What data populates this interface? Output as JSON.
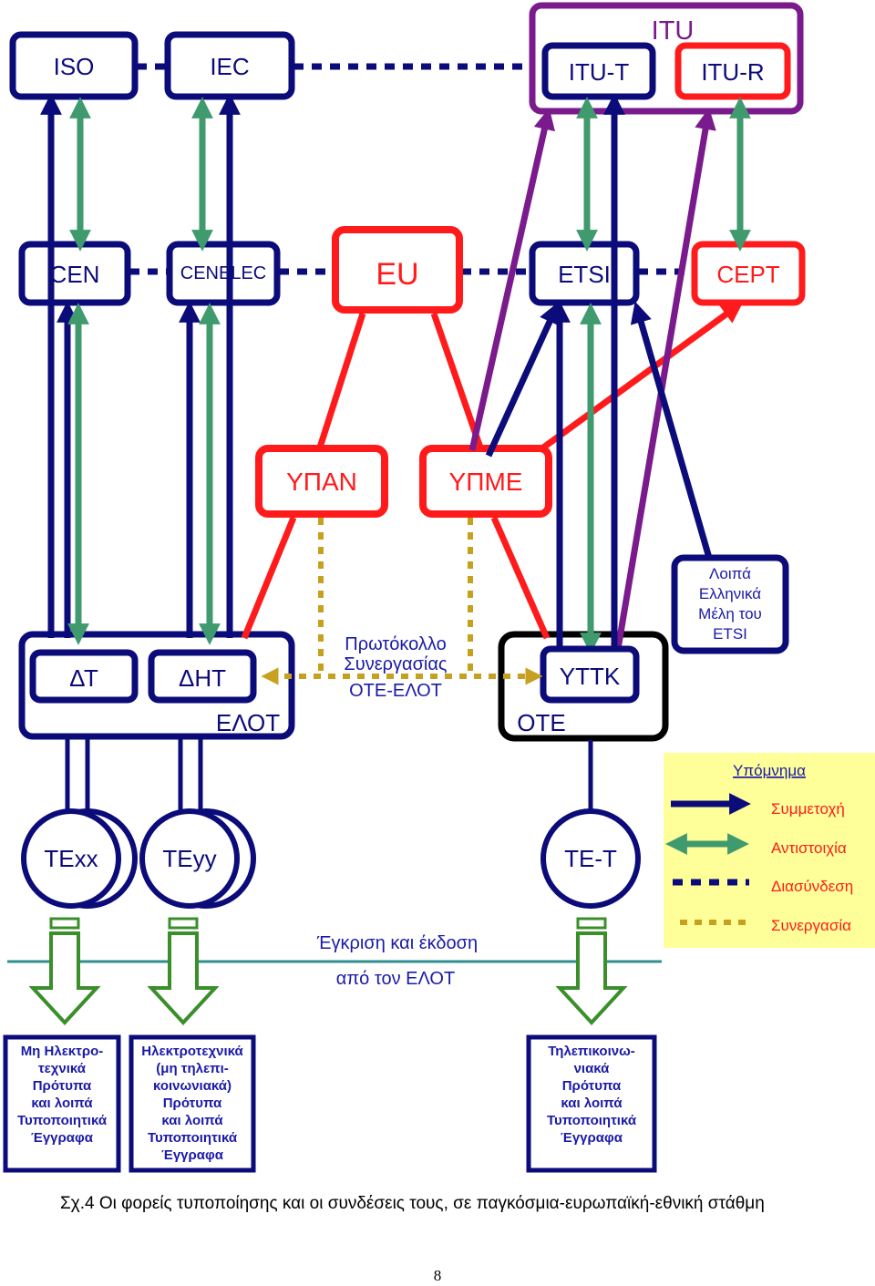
{
  "colors": {
    "navy": "#0b0b7a",
    "green": "#3f9a6e",
    "red": "#ff1b1b",
    "purple": "#7a1a8c",
    "gold": "#c8a020",
    "black": "#000000",
    "legend_bg": "#ffff99",
    "doc_green": "#3a8f2a",
    "teal_line": "#2f8f8f",
    "text_blue": "#1a1aa8"
  },
  "international": {
    "iso": "ISO",
    "iec": "IEC",
    "itu": "ITU",
    "itu_t": "ITU-T",
    "itu_r": "ITU-R"
  },
  "european": {
    "cen": "CEN",
    "cenelec": "CENELEC",
    "eu": "EU",
    "etsi": "ETSI",
    "cept": "CEPT"
  },
  "ministries": {
    "ypan": "ΥΠΑΝ",
    "ypme": "ΥΠΜΕ"
  },
  "national": {
    "dt": "ΔΤ",
    "dht": "ΔΗΤ",
    "elot": "ΕΛΟΤ",
    "yttk": "ΥΤΤΚ",
    "ote": "ΟΤΕ",
    "protocol": [
      "Πρωτόκολλο",
      "Συνεργασίας",
      "ΟΤΕ-ΕΛΟΤ"
    ],
    "other_members": [
      "Λοιπά",
      "Ελληνικά",
      "Μέλη του",
      "ETSI"
    ]
  },
  "committees": {
    "texx": "ΤΕxx",
    "teyy": "ΤΕyy",
    "te_t": "ΤΕ-Τ"
  },
  "approval": {
    "line1": "Έγκριση και έκδοση",
    "line2": "από τον ΕΛΟΤ"
  },
  "legend": {
    "title": "Υπόμνημα",
    "items": [
      {
        "label": "Συμμετοχή",
        "style": "participation"
      },
      {
        "label": "Αντιστοιχία",
        "style": "correspondence"
      },
      {
        "label": "Διασύνδεση",
        "style": "interconnection"
      },
      {
        "label": "Συνεργασία",
        "style": "cooperation"
      }
    ]
  },
  "documents": {
    "non_electro": [
      "Μη Ηλεκτρο-",
      "τεχνικά",
      "Πρότυπα",
      "και λοιπά",
      "Τυποποιητικά",
      "Έγγραφα"
    ],
    "electro": [
      "Ηλεκτροτεχνικά",
      "(μη τηλεπι-",
      "κοινωνιακά)",
      "Πρότυπα",
      "και λοιπά",
      "Τυποποιητικά",
      "Έγγραφα"
    ],
    "telecom": [
      "Τηλεπικοινω-",
      "νιακά",
      "Πρότυπα",
      "και λοιπά",
      "Τυποποιητικά",
      "Έγγραφα"
    ]
  },
  "caption": "Σχ.4  Οι φορείς τυποποίησης και οι συνδέσεις τους, σε παγκόσμια-ευρωπαϊκή-εθνική στάθμη",
  "page_number": "8"
}
